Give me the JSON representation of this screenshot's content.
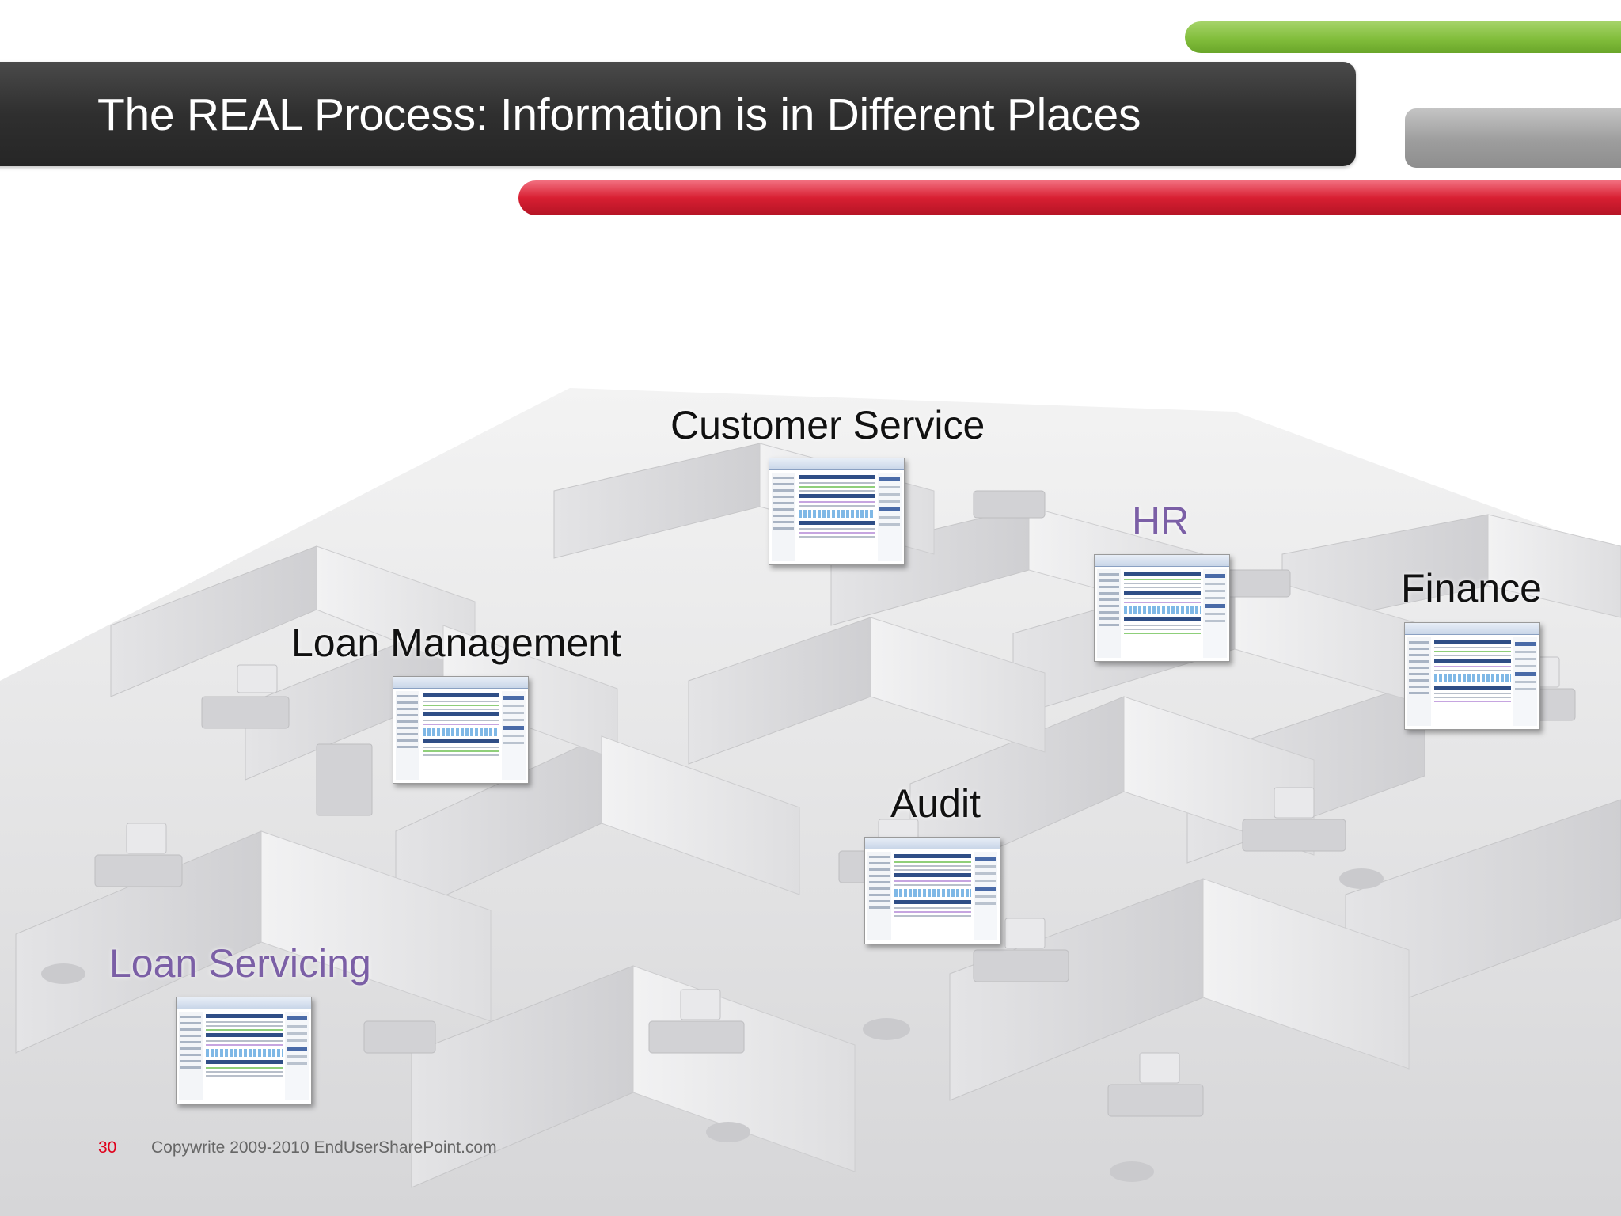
{
  "slide": {
    "title": "The REAL Process: Information is in Different Places",
    "page_number": "30",
    "copyright": "Copywrite 2009-2010 EndUserSharePoint.com"
  },
  "departments": [
    {
      "label": "Customer Service",
      "color": "#111111"
    },
    {
      "label": "HR",
      "color": "#7b5fa6"
    },
    {
      "label": "Finance",
      "color": "#111111"
    },
    {
      "label": "Loan Management",
      "color": "#111111"
    },
    {
      "label": "Audit",
      "color": "#111111"
    },
    {
      "label": "Loan Servicing",
      "color": "#7b5fa6"
    }
  ],
  "colors": {
    "header_bar": "#2f2f2f",
    "accent_green": "#82be3c",
    "accent_gray": "#9d9d9d",
    "accent_red": "#d81f32",
    "page_number": "#e0001b"
  }
}
